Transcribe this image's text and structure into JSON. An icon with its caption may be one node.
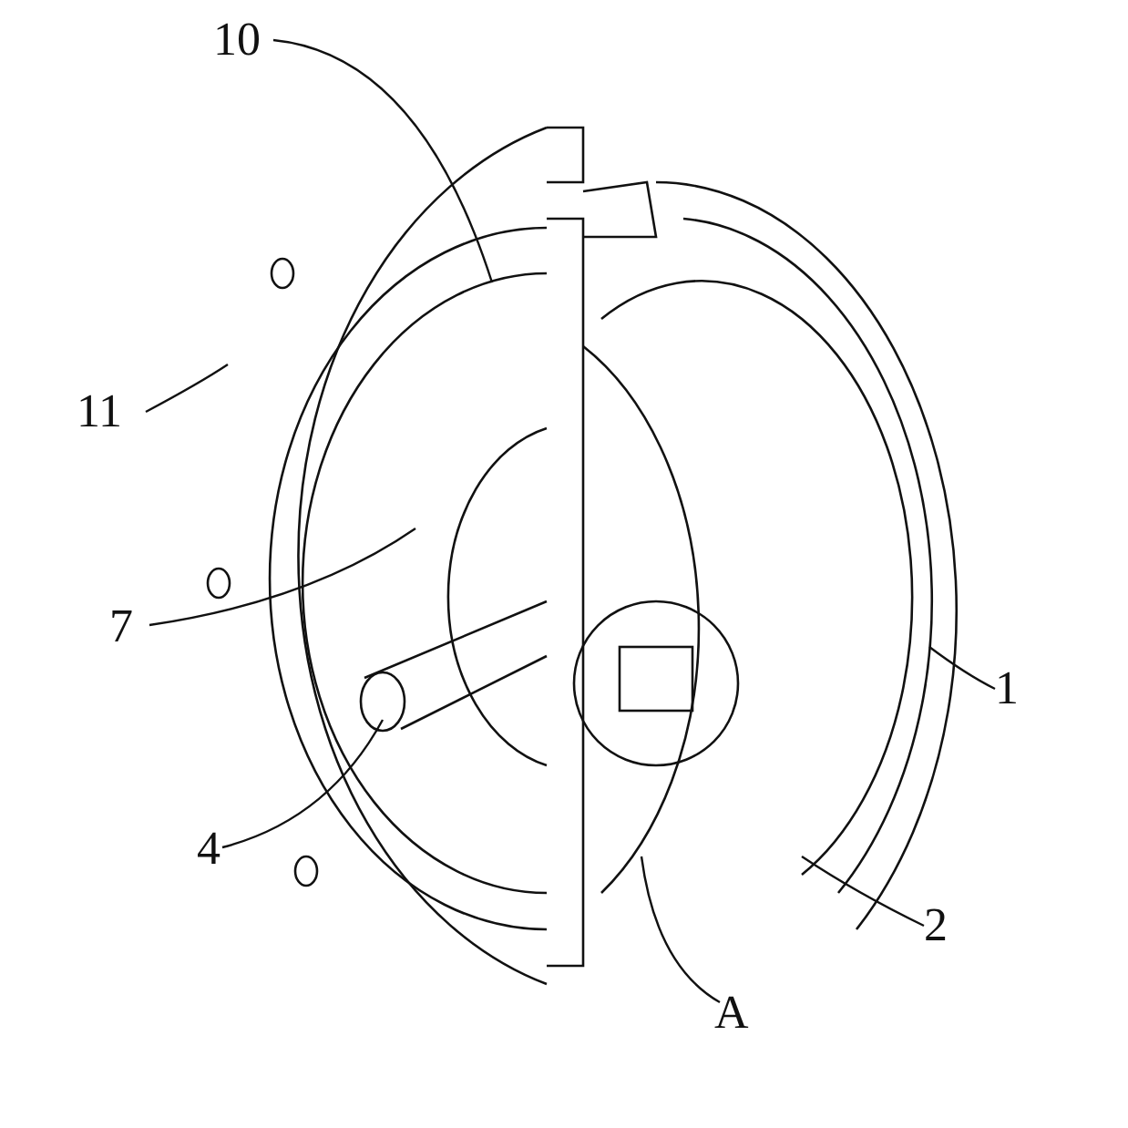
{
  "diagram": {
    "nodes": [
      {
        "text": [
          "10"
        ]
      },
      {
        "text": [
          "11"
        ]
      },
      {
        "text": [
          "7"
        ]
      },
      {
        "text": [
          "4"
        ]
      },
      {
        "text": [
          "1"
        ]
      },
      {
        "text": [
          "2"
        ]
      },
      {
        "text": [
          "A"
        ]
      }
    ],
    "edges": [
      {
        "from": 0,
        "to": null,
        "arrow": "none"
      },
      {
        "from": 1,
        "to": null,
        "arrow": "none"
      },
      {
        "from": 2,
        "to": null,
        "arrow": "none"
      },
      {
        "from": 3,
        "to": null,
        "arrow": "none"
      },
      {
        "from": 4,
        "to": null,
        "arrow": "none"
      },
      {
        "from": 5,
        "to": null,
        "arrow": "none"
      },
      {
        "from": 6,
        "to": null,
        "arrow": "none"
      }
    ]
  }
}
